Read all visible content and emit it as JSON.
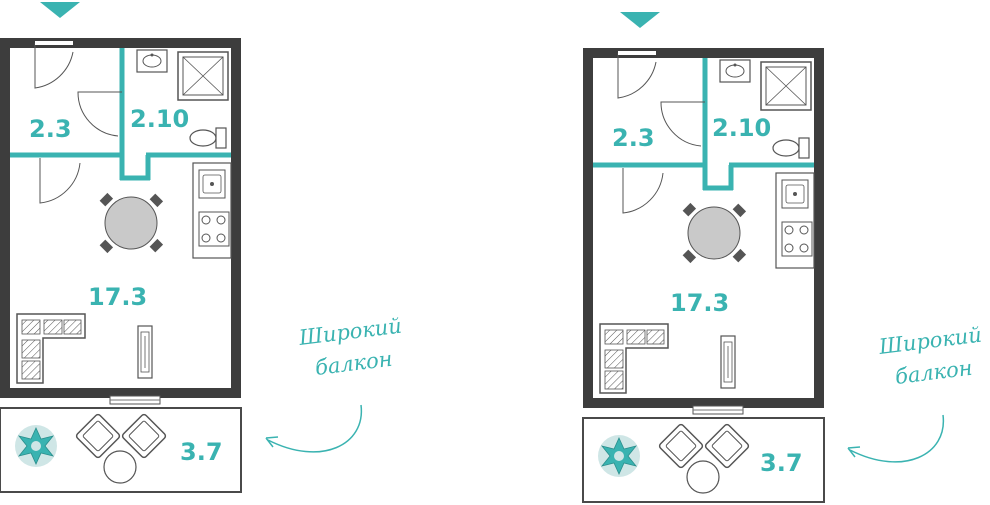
{
  "plans": [
    {
      "entrance": "entrance-arrow",
      "areas": {
        "hall": "2.3",
        "bathroom": "2.10",
        "room": "17.3",
        "balcony": "3.7"
      }
    },
    {
      "entrance": "entrance-arrow",
      "areas": {
        "hall": "2.3",
        "bathroom": "2.10",
        "room": "17.3",
        "balcony": "3.7"
      }
    }
  ],
  "callout": {
    "line1": "Широкий",
    "line2": "балкон"
  },
  "colors": {
    "accent": "#3ab3b1",
    "wall": "#3d3d3d",
    "furniture": "#555555",
    "table": "#c9c9c9"
  }
}
